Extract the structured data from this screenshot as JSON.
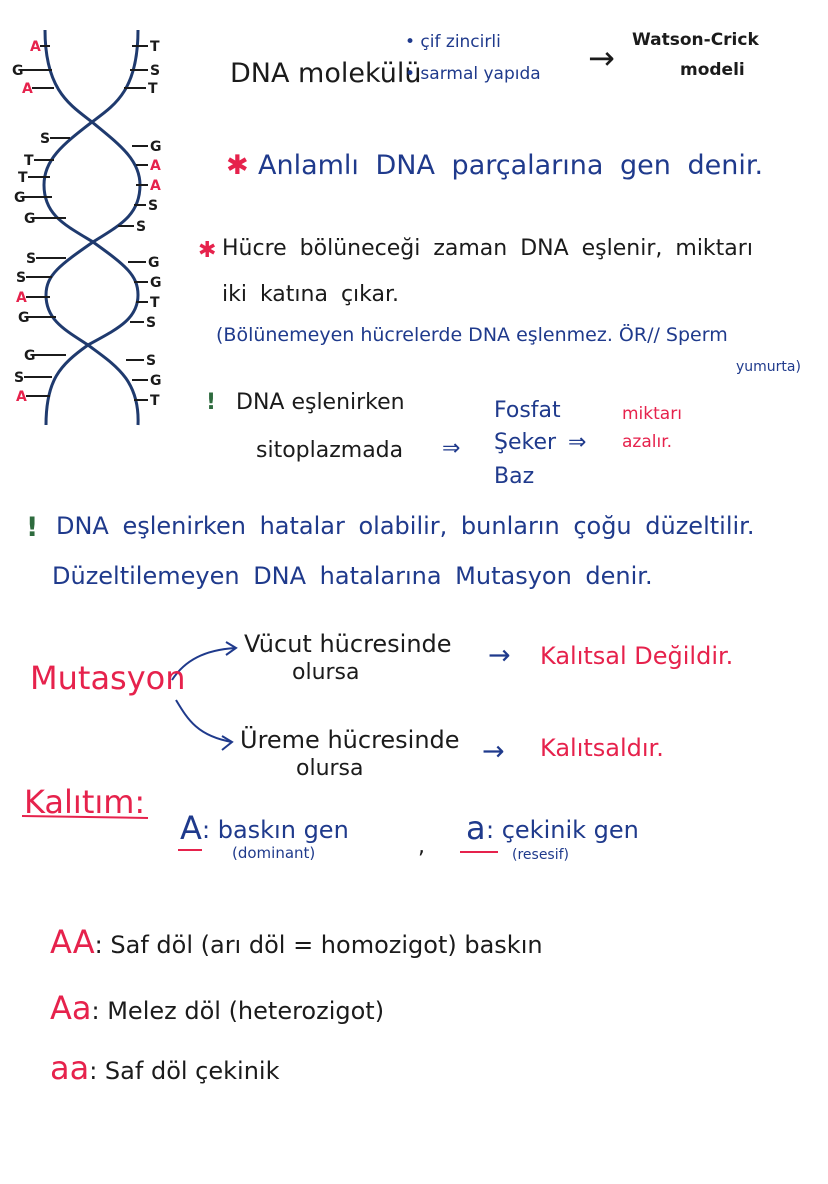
{
  "helix": {
    "left_bases": [
      "A",
      "G",
      "A",
      "S",
      "T",
      "T",
      "G",
      "G",
      "S",
      "S",
      "A",
      "G",
      "G",
      "S",
      "A"
    ],
    "right_bases": [
      "T",
      "S",
      "T",
      "G",
      "A",
      "A",
      "S",
      "S",
      "G",
      "G",
      "T",
      "S",
      "S",
      "G",
      "T"
    ],
    "colors": {
      "A": "#e6224c",
      "other": "#1b1b1b",
      "strand": "#1f3a6e"
    }
  },
  "dna": {
    "label": "DNA molekülü",
    "bullet1": "• çif zincirli",
    "bullet2": "• sarmal yapıda",
    "arrow": "→",
    "model_line1": "Watson-Crick",
    "model_line2": "modeli"
  },
  "note_gene": {
    "star": "✱",
    "text": "Anlamlı DNA parçalarına gen denir."
  },
  "note_division": {
    "star": "✱",
    "line1": "Hücre bölüneceği zaman DNA eşlenir, miktarı",
    "line2": "iki katına çıkar.",
    "paren_line1": "(Bölünemeyen hücrelerde DNA eşlenmez. ÖR// Sperm",
    "paren_line2": "yumurta)"
  },
  "note_replication": {
    "icon": "!",
    "line1": "DNA eşlenirken",
    "line2": "sitoplazmada",
    "arrow1": "⇒",
    "items": [
      "Fosfat",
      "Şeker",
      "Baz"
    ],
    "arrow2": "⇒",
    "result1": "miktarı",
    "result2": "azalır."
  },
  "note_errors": {
    "icon": "!",
    "line1": "DNA eşlenirken hatalar olabilir, bunların çoğu düzeltilir.",
    "line2": "Düzeltilemeyen DNA hatalarına Mutasyon denir."
  },
  "mutation": {
    "title": "Mutasyon",
    "branch1_line1": "Vücut hücresinde",
    "branch1_line2": "olursa",
    "branch1_result": "Kalıtsal Değildir.",
    "branch2_line1": "Üreme hücresinde",
    "branch2_line2": "olursa",
    "branch2_result": "Kalıtsaldır.",
    "arrow": "→"
  },
  "heredity": {
    "title": "Kalıtım:",
    "dom_letter": "A",
    "dom_text": ": baskın gen",
    "dom_sub": "(dominant)",
    "sep": ",",
    "rec_letter": "a",
    "rec_text": ": çekinik gen",
    "rec_sub": "(resesif)"
  },
  "genotypes": [
    {
      "code": "AA",
      "text": ": Saf döl (arı döl = homozigot) baskın"
    },
    {
      "code": "Aa",
      "text": ": Melez döl (heterozigot)"
    },
    {
      "code": "aa",
      "text": ": Saf döl çekinik"
    }
  ]
}
